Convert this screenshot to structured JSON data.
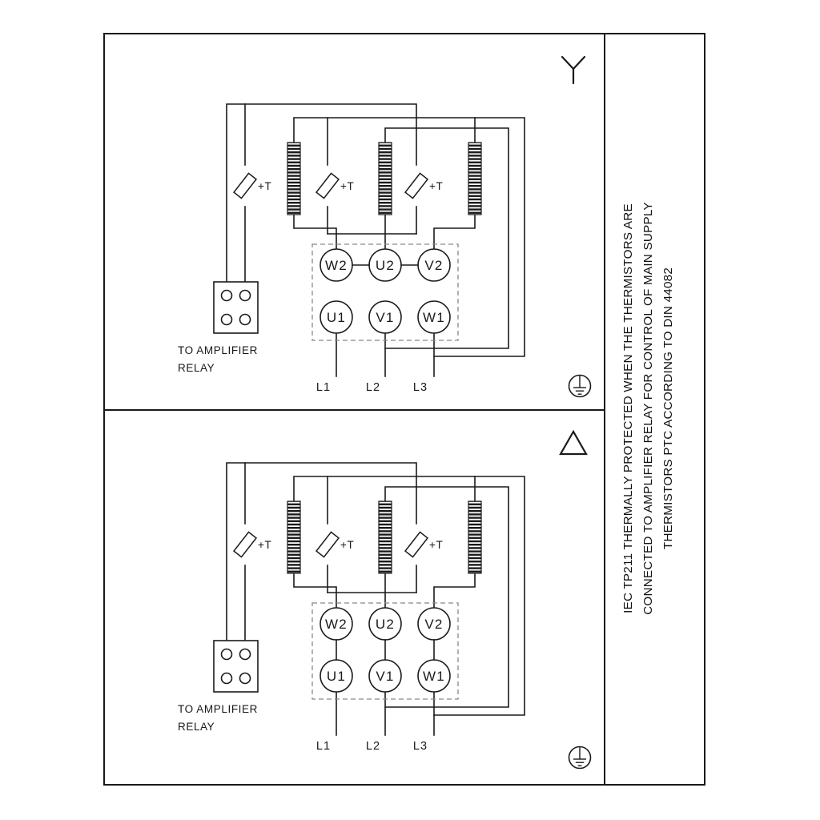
{
  "colors": {
    "background": "#ffffff",
    "line": "#1a1a1a",
    "dashed_box": "#888888"
  },
  "side_note": {
    "line1": "IEC TP211 THERMALLY PROTECTED WHEN THE THERMISTORS ARE",
    "line2": "CONNECTED TO AMPLIFIER RELAY FOR CONTROL OF MAIN SUPPLY",
    "line3": "THERMISTORS PTC ACCORDING TO DIN 44082"
  },
  "panels": [
    {
      "connection": "star",
      "connection_symbol": "star-icon",
      "terminals": {
        "w2": "W2",
        "u2": "U2",
        "v2": "V2",
        "u1": "U1",
        "v1": "V1",
        "w1": "W1"
      },
      "thermistor_label": "+T",
      "relay_label_line1": "TO AMPLIFIER",
      "relay_label_line2": "RELAY",
      "supply_lines": {
        "l1": "L1",
        "l2": "L2",
        "l3": "L3"
      },
      "ground_symbol": "earth-ground-icon"
    },
    {
      "connection": "delta",
      "connection_symbol": "delta-icon",
      "terminals": {
        "w2": "W2",
        "u2": "U2",
        "v2": "V2",
        "u1": "U1",
        "v1": "V1",
        "w1": "W1"
      },
      "thermistor_label": "+T",
      "relay_label_line1": "TO AMPLIFIER",
      "relay_label_line2": "RELAY",
      "supply_lines": {
        "l1": "L1",
        "l2": "L2",
        "l3": "L3"
      },
      "ground_symbol": "earth-ground-icon"
    }
  ]
}
